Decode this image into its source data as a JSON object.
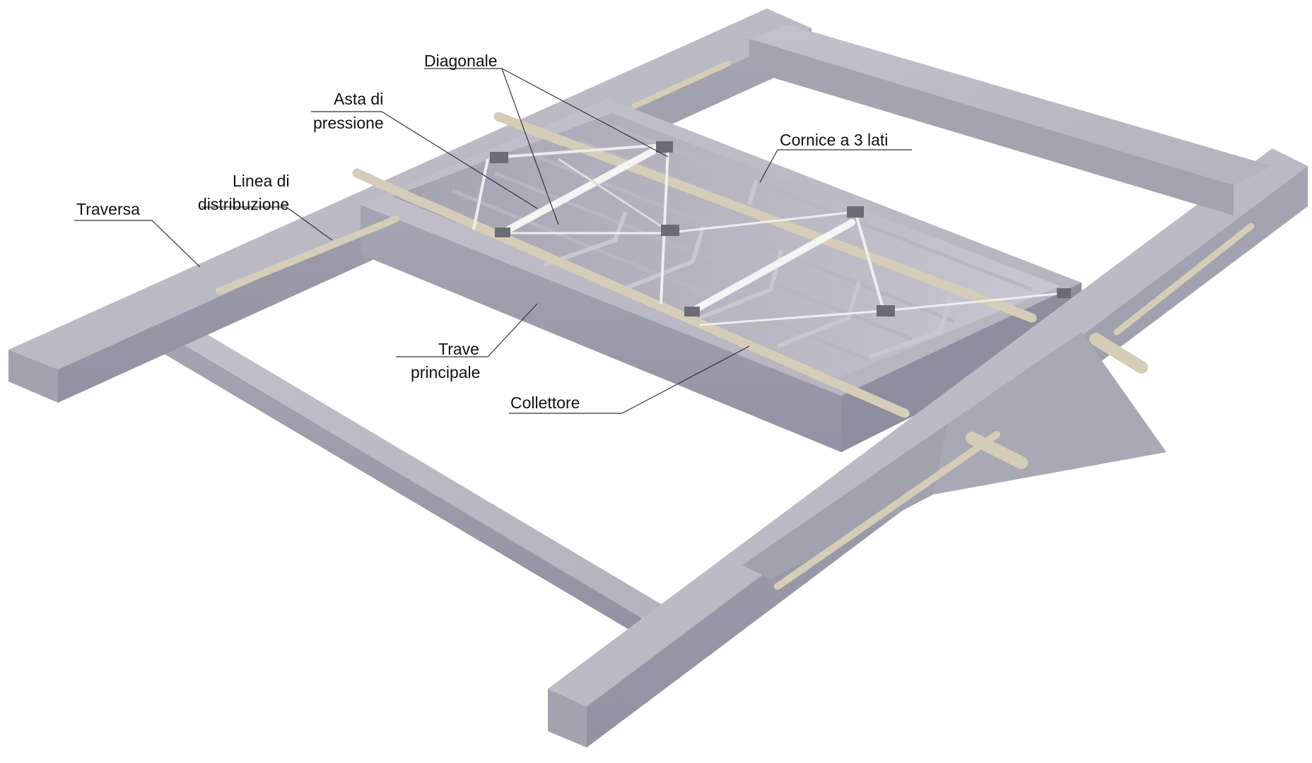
{
  "labels": {
    "diagonale": "Diagonale",
    "asta": "Asta di",
    "asta_2": "pressione",
    "cornice": "Cornice a 3 lati",
    "linea": "Linea di",
    "linea_2": "distribuzione",
    "traversa": "Traversa",
    "trave": "Trave",
    "trave_2": "principale",
    "collettore": "Collettore"
  },
  "colors": {
    "background": "#ffffff",
    "concrete_top": "#b9b8c3",
    "concrete_side": "#9e9dab",
    "concrete_dark": "#8a8998",
    "pipe": "#d6cdb8",
    "pipe_dark": "#b9ae96",
    "strut": "#f2f2f2",
    "joint": "#6c6c76",
    "leader": "#333333",
    "text": "#111111"
  }
}
